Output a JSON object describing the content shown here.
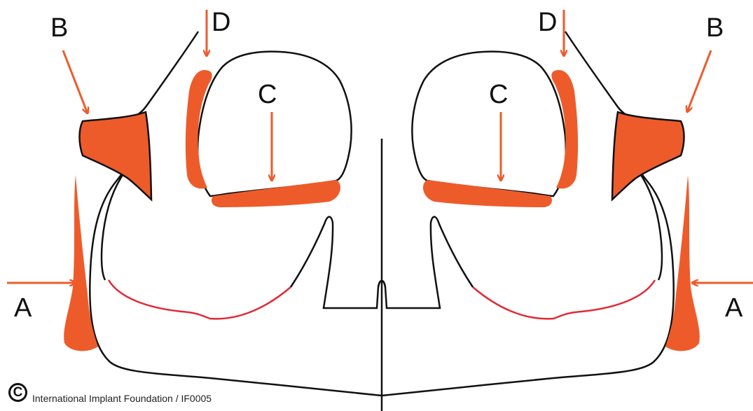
{
  "labels": {
    "a_left": "A",
    "a_right": "A",
    "b_left": "B",
    "b_right": "B",
    "c_left": "C",
    "c_right": "C",
    "d_left": "D",
    "d_right": "D"
  },
  "footer": {
    "copyright_symbol": "C",
    "credit": "International Implant Foundation / IF0005"
  },
  "colors": {
    "highlight": "#ee5b2b",
    "outline": "#111111",
    "red_line": "#e02a36"
  }
}
